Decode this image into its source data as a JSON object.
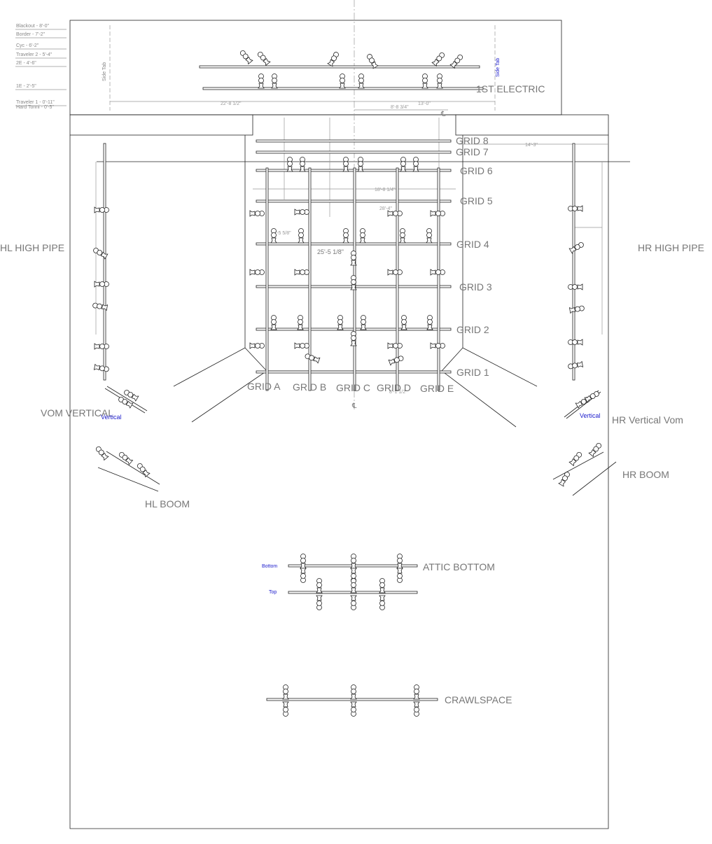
{
  "trim_heights": [
    "Blackout - 8'-0\"",
    "Border - 7'-2\"",
    "Cyc - 6'-2\"",
    "Traveler 2 - 5'-4\"",
    "2E - 4'-6\"",
    "1E - 2'-5\"",
    "Traveler 1 - 0'-11\"",
    "Hard Tonni - 0'-5\""
  ],
  "labels": {
    "first_electric": "1ST ELECTRIC",
    "side_tab_left": "Side Tab",
    "side_tab_right": "Side Tab",
    "grid_8": "GRID 8",
    "grid_7": "GRID 7",
    "grid_6": "GRID 6",
    "grid_5": "GRID 5",
    "grid_4": "GRID 4",
    "grid_3": "GRID 3",
    "grid_2": "GRID 2",
    "grid_1": "GRID 1",
    "grid_a": "GRID A",
    "grid_b": "GRID B",
    "grid_c": "GRID C",
    "grid_d": "GRID D",
    "grid_e": "GRID E",
    "hl_high_pipe": "HL HIGH PIPE",
    "hr_high_pipe": "HR HIGH PIPE",
    "vom_vertical": "VOM VERTICAL",
    "vertical_left": "Vertical",
    "vertical_right": "Vertical",
    "hr_vertical_vom": "HR Vertical Vom",
    "hl_boom": "HL BOOM",
    "hr_boom": "HR BOOM",
    "attic_bottom": "ATTIC BOTTOM",
    "bottom": "Bottom",
    "top": "Top",
    "crawlspace": "CRAWLSPACE"
  },
  "dimensions": {
    "d1": "22'-8 1/2\"",
    "d2": "13'-0\"",
    "d3": "8'-8 3/4\"",
    "d4": "14'-3\"",
    "d5": "18'-8 1/4\"",
    "d6": "28'-4\"",
    "d7": "1'-5 5/8\"",
    "d8": "25'-5 1/8\"",
    "d9": "8'-1 1/2\"",
    "centerline": "℄"
  },
  "colors": {
    "line": "#222222",
    "label": "#777777",
    "note": "#1a1acc"
  }
}
